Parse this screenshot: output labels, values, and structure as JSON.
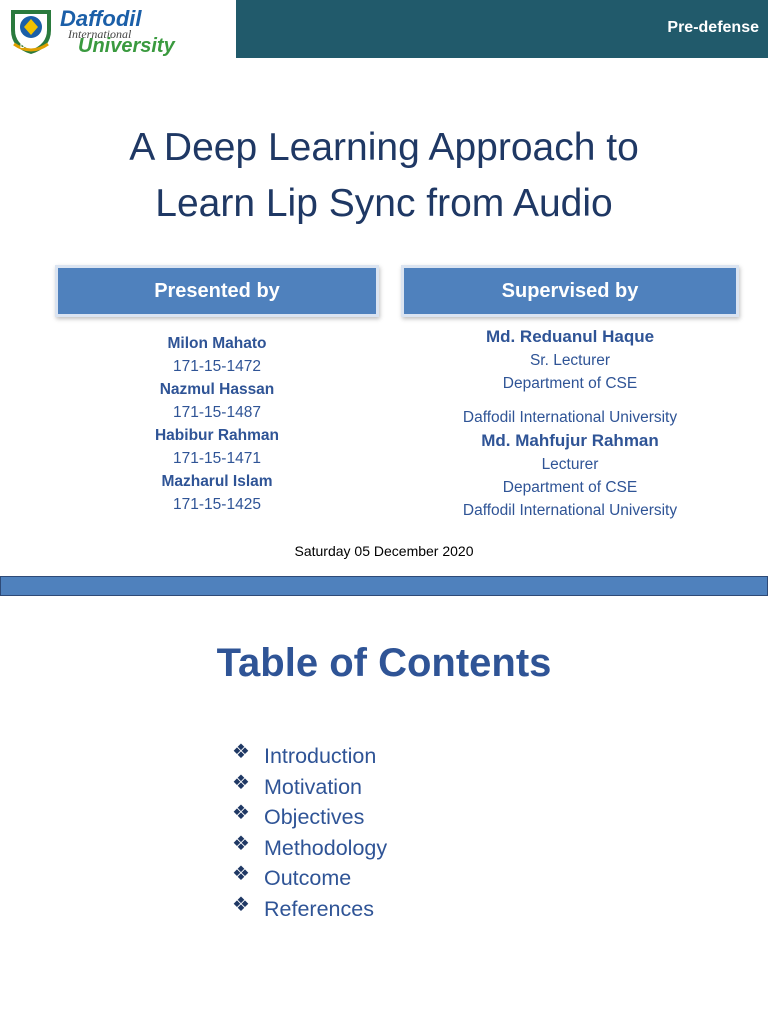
{
  "header": {
    "logo_text": "Daffodil International University",
    "badge": "Pre-defense"
  },
  "title": {
    "line1": "A Deep Learning Approach to",
    "line2": "Learn Lip Sync from Audio"
  },
  "presented_by": {
    "label": "Presented by",
    "students": [
      {
        "name": "Milon Mahato",
        "id": "171-15-1472"
      },
      {
        "name": "Nazmul Hassan",
        "id": "171-15-1487"
      },
      {
        "name": "Habibur Rahman",
        "id": "171-15-1471"
      },
      {
        "name": "Mazharul Islam",
        "id": "171-15-1425"
      }
    ]
  },
  "supervised_by": {
    "label": "Supervised by",
    "supervisors": [
      {
        "name": "Md. Reduanul Haque",
        "title": "Sr. Lecturer",
        "dept": "Department of CSE",
        "institution": "Daffodil International University"
      },
      {
        "name": "Md. Mahfujur Rahman",
        "title": "Lecturer",
        "dept": "Department of CSE",
        "institution": "Daffodil International University"
      }
    ]
  },
  "date": "Saturday 05 December 2020",
  "toc": {
    "title": "Table of Contents",
    "bullet_icon": "diamond-bullet",
    "items": [
      "Introduction",
      "Motivation",
      "Objectives",
      "Methodology",
      "Outcome",
      "References"
    ]
  },
  "colors": {
    "header_band": "#215a6b",
    "box_blue": "#4f81bd",
    "title_navy": "#1f3864",
    "text_blue": "#2f5496"
  }
}
